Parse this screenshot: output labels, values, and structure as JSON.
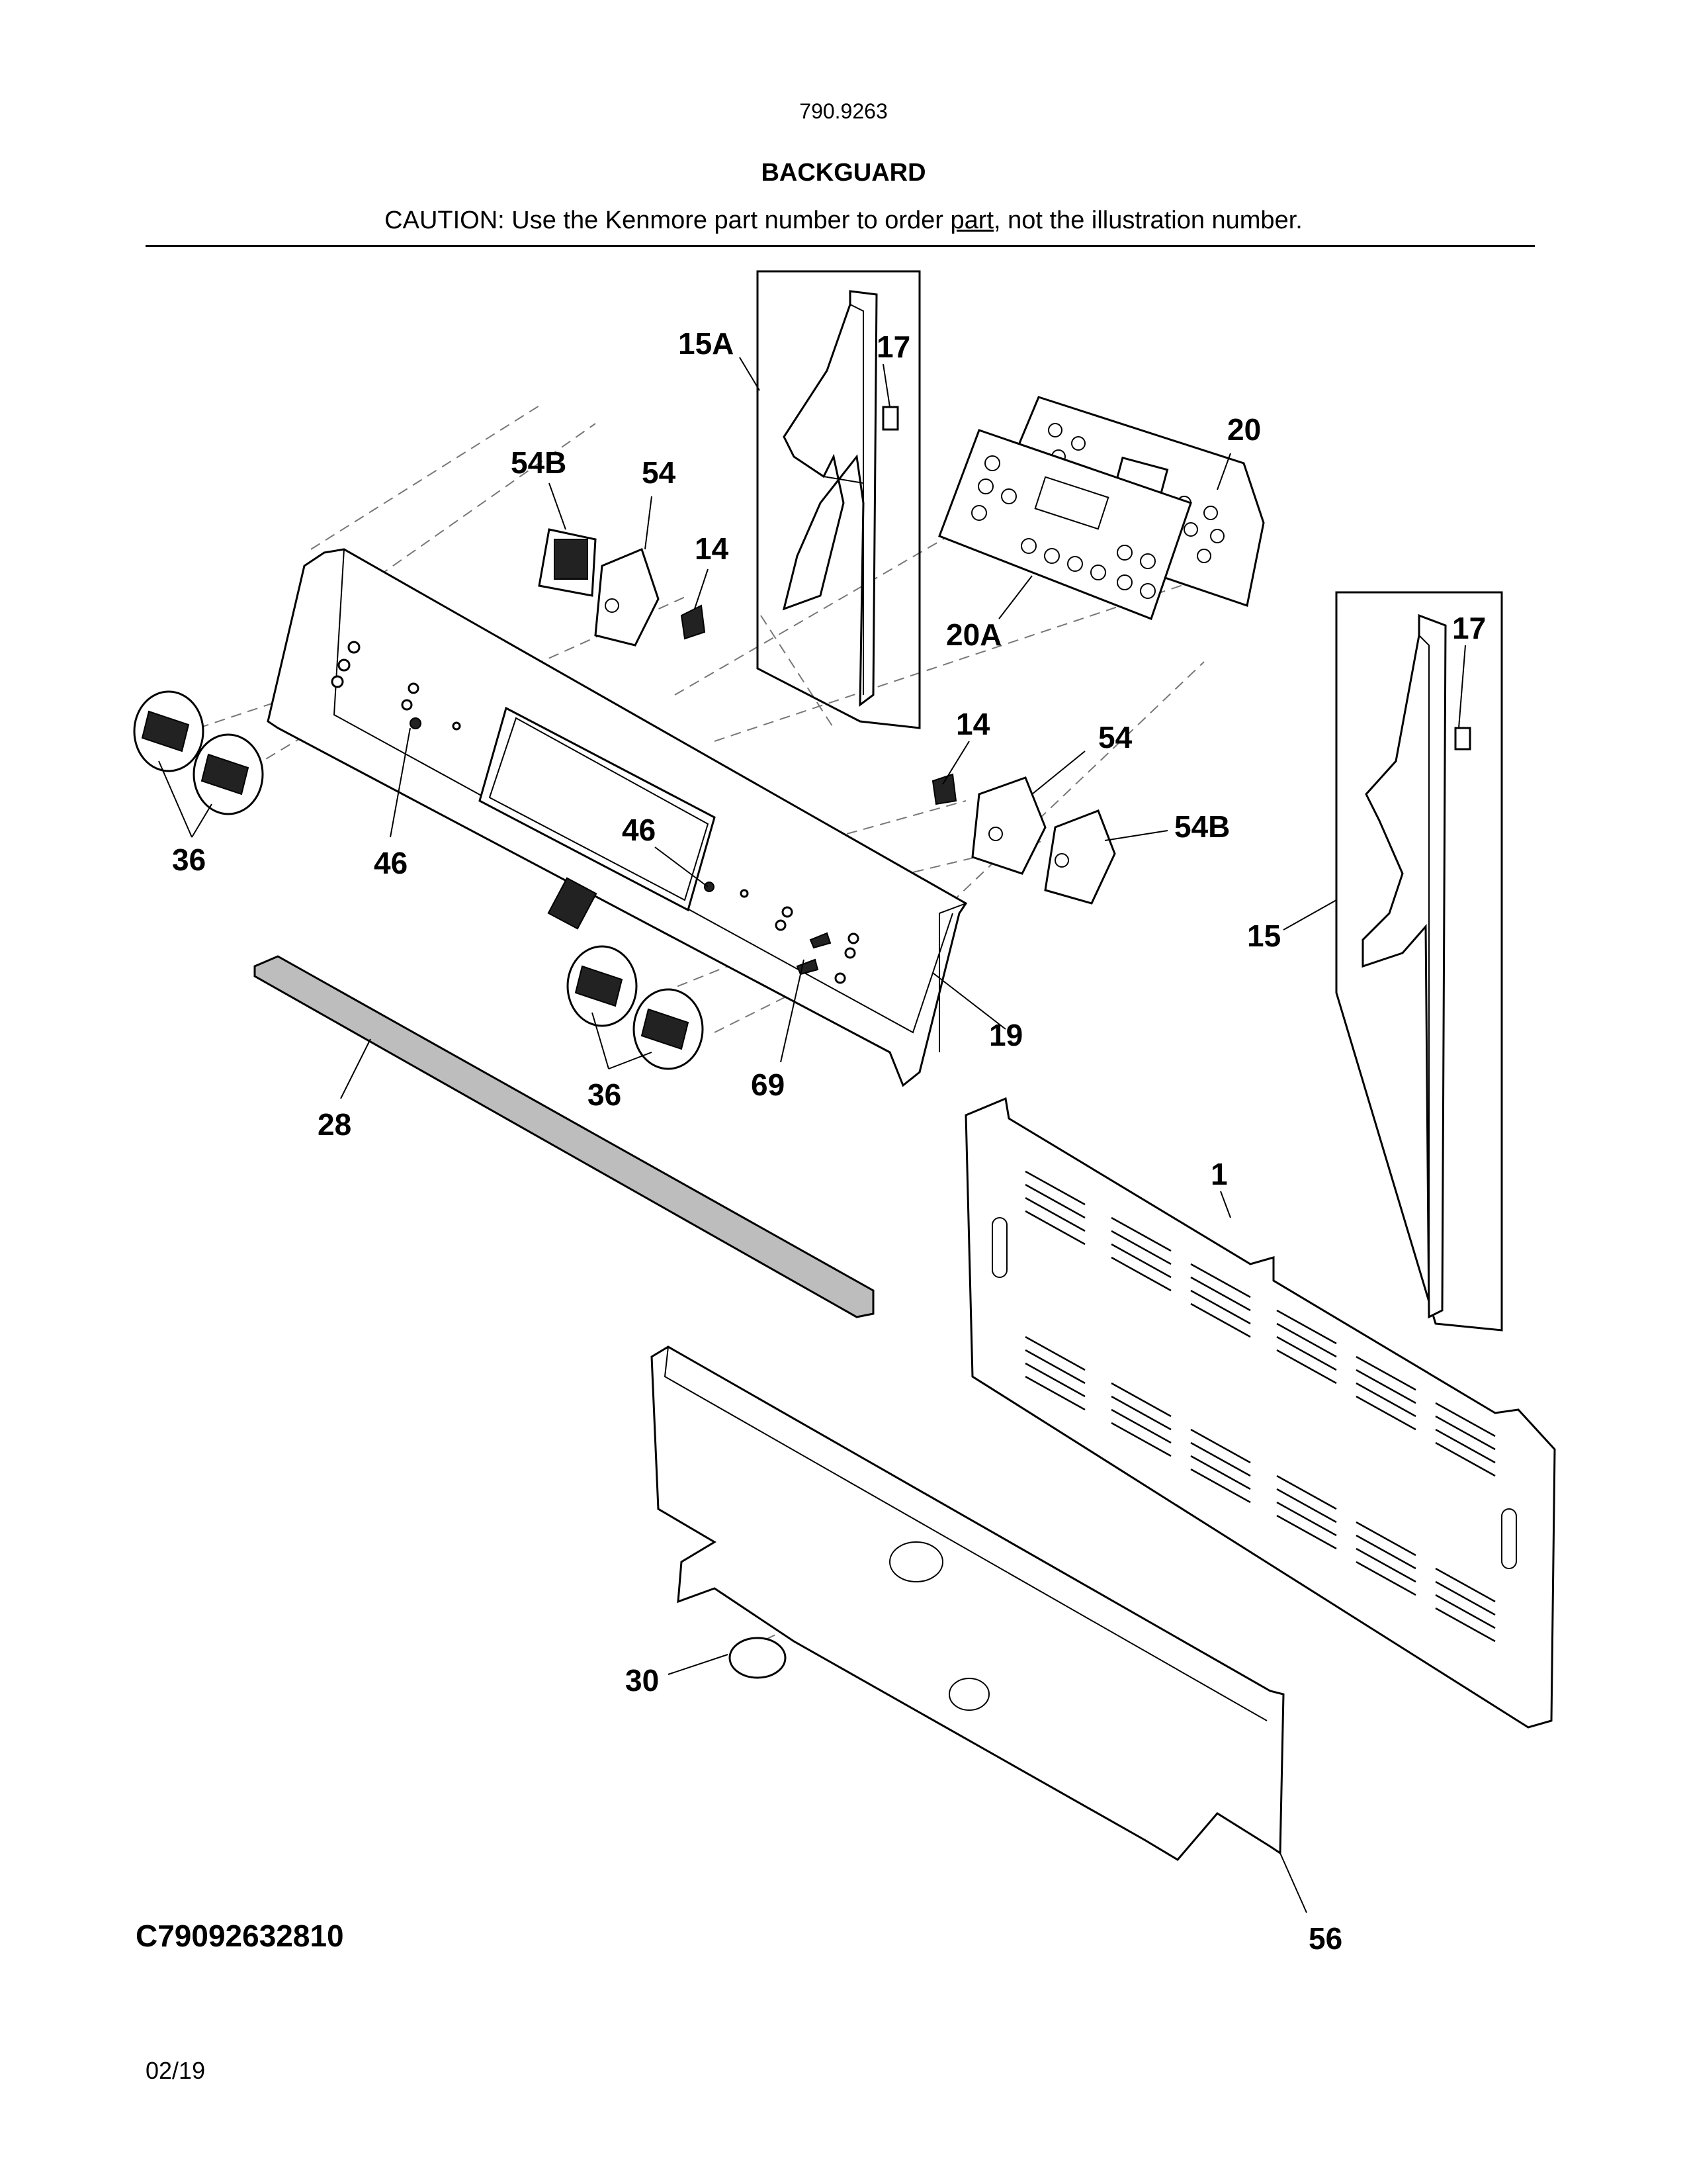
{
  "header": {
    "model_number": "790.9263",
    "title": "BACKGUARD",
    "caution_prefix": "CAUTION: Use the Kenmore part number to order ",
    "caution_link": "part",
    "caution_suffix": ", not the illustration number."
  },
  "callouts": {
    "c1": "1",
    "c14a": "14",
    "c14b": "14",
    "c15": "15",
    "c15A": "15A",
    "c17a": "17",
    "c17b": "17",
    "c19": "19",
    "c20": "20",
    "c20A": "20A",
    "c28": "28",
    "c30": "30",
    "c36a": "36",
    "c36b": "36",
    "c46a": "46",
    "c46b": "46",
    "c54a": "54",
    "c54b": "54",
    "c54Ba": "54B",
    "c54Bb": "54B",
    "c56": "56",
    "c69": "69"
  },
  "footer": {
    "diagram_code": "C79092632810",
    "date": "02/19"
  }
}
